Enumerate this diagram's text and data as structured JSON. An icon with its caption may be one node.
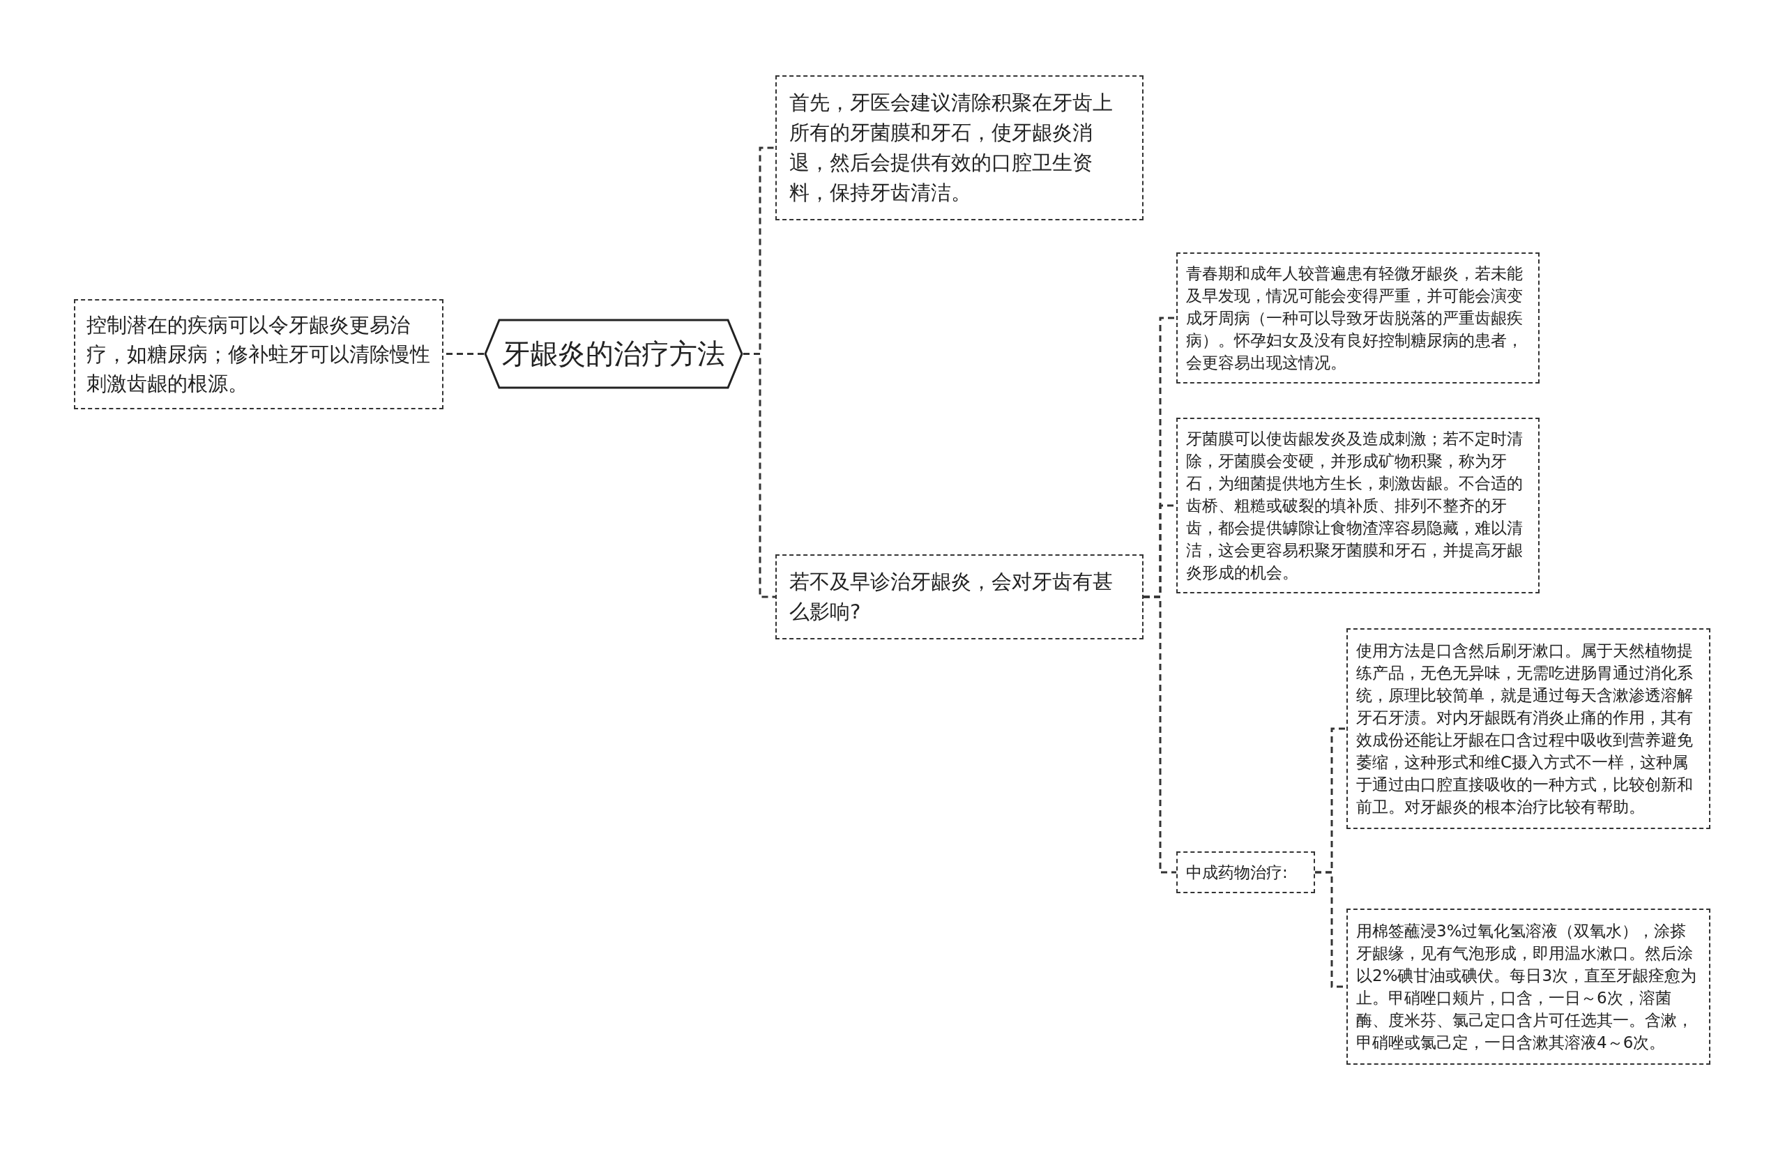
{
  "diagram": {
    "nodes": [
      {
        "text": [
          "牙龈炎的治疗方法"
        ]
      },
      {
        "text": [
          "控制潜在的疾病可以令牙龈炎更易治疗，如糖尿病；修补蛀牙可以清除慢性刺激齿龈的根源。"
        ]
      },
      {
        "text": [
          "首先，牙医会建议清除积聚在牙齿上所有的牙菌膜和牙石，使牙龈炎消退，然后会提供有效的口腔卫生资料，保持牙齿清洁。"
        ]
      },
      {
        "text": [
          "若不及早诊治牙龈炎，会对牙齿有甚么影响?"
        ]
      },
      {
        "text": [
          "青春期和成年人较普遍患有轻微牙龈炎，若未能及早发现，情况可能会变得严重，并可能会演变成牙周病（一种可以导致牙齿脱落的严重齿龈疾病）。怀孕妇女及没有良好控制糖尿病的患者，会更容易出现这情况。"
        ]
      },
      {
        "text": [
          "牙菌膜可以使齿龈发炎及造成刺激；若不定时清除，牙菌膜会变硬，并形成矿物积聚，称为牙石，为细菌提供地方生长，刺激齿龈。不合适的齿桥、粗糙或破裂的填补质、排列不整齐的牙齿，都会提供罅隙让食物渣滓容易隐藏，难以清洁，这会更容易积聚牙菌膜和牙石，并提高牙龈炎形成的机会。"
        ]
      },
      {
        "text": [
          "中成药物治疗:"
        ]
      },
      {
        "text": [
          "使用方法是口含然后刷牙漱口。属于天然植物提练产品，无色无异味，无需吃进肠胃通过消化系统，原理比较简单，就是通过每天含漱渗透溶解牙石牙渍。对内牙龈既有消炎止痛的作用，其有效成份还能让牙龈在口含过程中吸收到营养避免萎缩，这种形式和维C摄入方式不一样，这种属于通过由口腔直接吸收的一种方式，比较创新和前卫。对牙龈炎的根本治疗比较有帮助。"
        ]
      },
      {
        "text": [
          "用棉签蘸浸3%过氧化氢溶液（双氧水），涂搽牙龈缘，见有气泡形成，即用温水漱口。然后涂以2%碘甘油或碘伏。每日3次，直至牙龈痊愈为止。甲硝唑口颊片，口含，一日～6次，溶菌酶、度米芬、氯己定口含片可任选其一。含漱，甲硝唑或氯己定，一日含漱其溶液4～6次。"
        ]
      }
    ],
    "edges": [
      {
        "from": 0,
        "to": 1,
        "arrow": "none"
      },
      {
        "from": 0,
        "to": 2,
        "arrow": "none"
      },
      {
        "from": 0,
        "to": 3,
        "arrow": "none"
      },
      {
        "from": 3,
        "to": 4,
        "arrow": "none"
      },
      {
        "from": 3,
        "to": 5,
        "arrow": "none"
      },
      {
        "from": 3,
        "to": 6,
        "arrow": "none"
      },
      {
        "from": 6,
        "to": 7,
        "arrow": "none"
      },
      {
        "from": 6,
        "to": 8,
        "arrow": "none"
      }
    ]
  }
}
